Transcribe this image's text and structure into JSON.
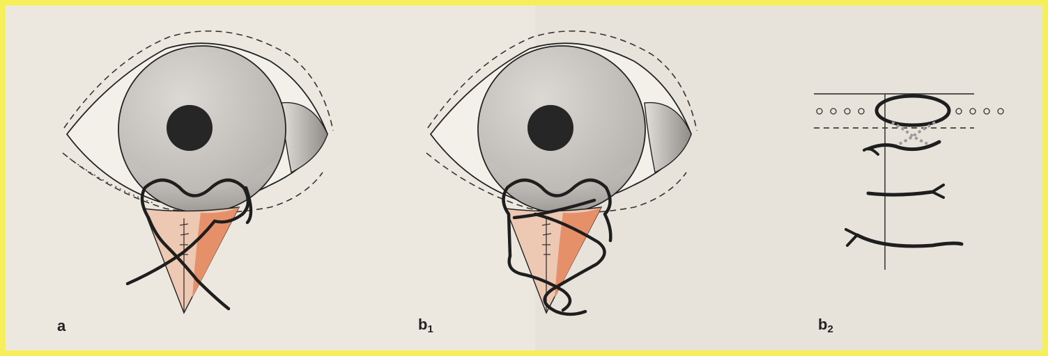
{
  "figure": {
    "panels": [
      {
        "id": "a",
        "label": "a",
        "label_sub": ""
      },
      {
        "id": "b1",
        "label": "b",
        "label_sub": "1"
      },
      {
        "id": "b2",
        "label": "b",
        "label_sub": "2"
      }
    ]
  },
  "colors": {
    "frame": "#f6ef5a",
    "page": "#ece8df",
    "eyeball": "#c9c6c2",
    "pupil": "#2a2a2a",
    "suture": "#1e1e1e",
    "flap_light": "#edc8b3",
    "flap_dark": "#e6906a"
  },
  "icons": [
    "eye-icon",
    "suture-icon",
    "wound-flap-icon"
  ]
}
